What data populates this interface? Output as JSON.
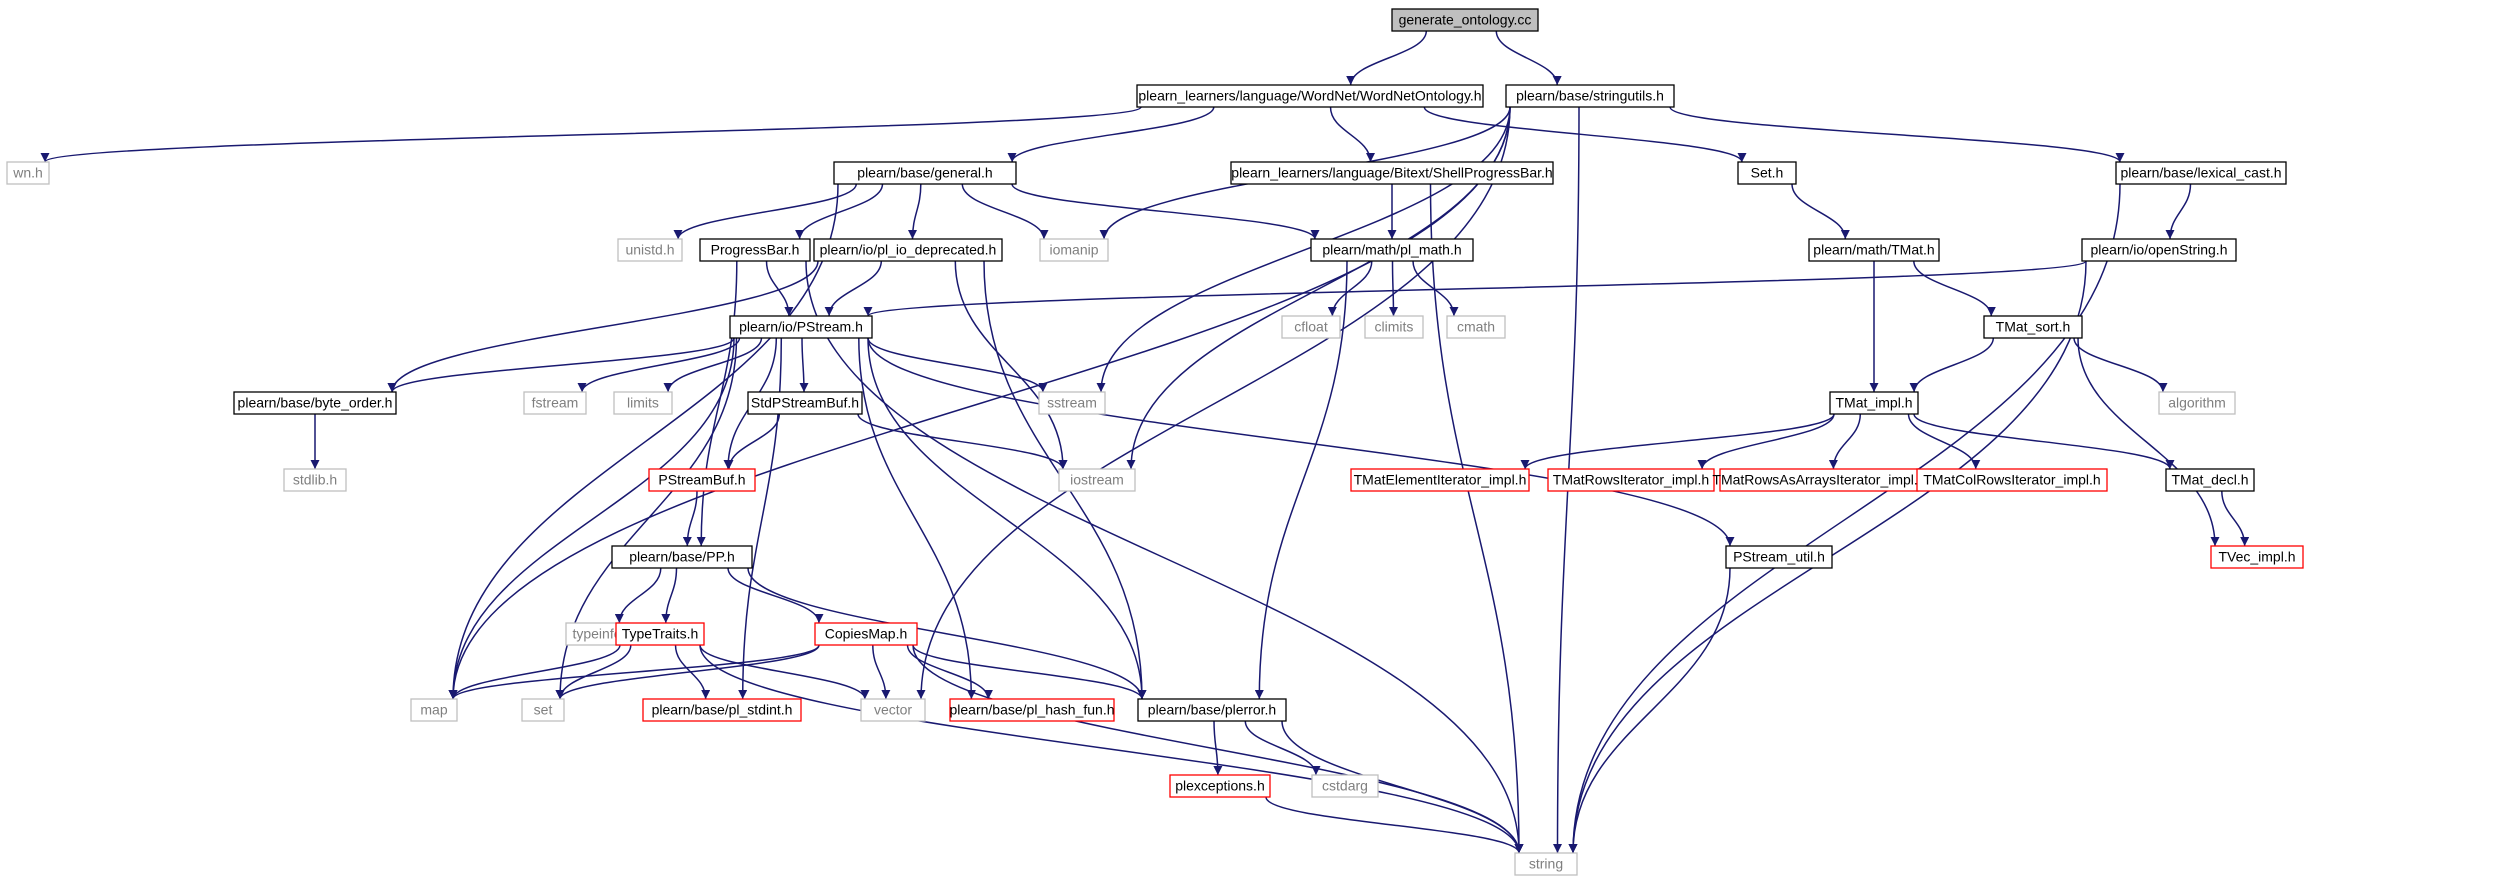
{
  "colors": {
    "edge": "#191970",
    "normal_border": "#000000",
    "external_border": "#bfbfbf",
    "external_text": "#7f7f7f",
    "missing_border": "#ff0000",
    "root_fill": "#bfbfbf",
    "text": "#000000",
    "background": "#ffffff"
  },
  "nodes": [
    {
      "id": "root",
      "label": "generate_ontology.cc",
      "kind": "root"
    },
    {
      "id": "wordnet",
      "label": "plearn_learners/language/WordNet/WordNetOntology.h",
      "kind": "normal"
    },
    {
      "id": "stringutils",
      "label": "plearn/base/stringutils.h",
      "kind": "normal"
    },
    {
      "id": "wnh",
      "label": "wn.h",
      "kind": "external"
    },
    {
      "id": "general",
      "label": "plearn/base/general.h",
      "kind": "normal"
    },
    {
      "id": "shellprogress",
      "label": "plearn_learners/language/Bitext/ShellProgressBar.h",
      "kind": "normal"
    },
    {
      "id": "seth",
      "label": "Set.h",
      "kind": "normal"
    },
    {
      "id": "lexical",
      "label": "plearn/base/lexical_cast.h",
      "kind": "normal"
    },
    {
      "id": "unistd",
      "label": "unistd.h",
      "kind": "external"
    },
    {
      "id": "progressbar",
      "label": "ProgressBar.h",
      "kind": "normal"
    },
    {
      "id": "pliodep",
      "label": "plearn/io/pl_io_deprecated.h",
      "kind": "normal"
    },
    {
      "id": "iomanip",
      "label": "iomanip",
      "kind": "external"
    },
    {
      "id": "plmath",
      "label": "plearn/math/pl_math.h",
      "kind": "normal"
    },
    {
      "id": "tmat",
      "label": "plearn/math/TMat.h",
      "kind": "normal"
    },
    {
      "id": "openstring",
      "label": "plearn/io/openString.h",
      "kind": "normal"
    },
    {
      "id": "pstream",
      "label": "plearn/io/PStream.h",
      "kind": "normal"
    },
    {
      "id": "cfloat",
      "label": "cfloat",
      "kind": "external"
    },
    {
      "id": "climits",
      "label": "climits",
      "kind": "external"
    },
    {
      "id": "cmath",
      "label": "cmath",
      "kind": "external"
    },
    {
      "id": "tmatsort",
      "label": "TMat_sort.h",
      "kind": "normal"
    },
    {
      "id": "byteorder",
      "label": "plearn/base/byte_order.h",
      "kind": "normal"
    },
    {
      "id": "fstream",
      "label": "fstream",
      "kind": "external"
    },
    {
      "id": "limits",
      "label": "limits",
      "kind": "external"
    },
    {
      "id": "stdpsb",
      "label": "StdPStreamBuf.h",
      "kind": "normal"
    },
    {
      "id": "sstream",
      "label": "sstream",
      "kind": "external"
    },
    {
      "id": "tmatimpl",
      "label": "TMat_impl.h",
      "kind": "normal"
    },
    {
      "id": "algorithm",
      "label": "algorithm",
      "kind": "external"
    },
    {
      "id": "stdlib",
      "label": "stdlib.h",
      "kind": "external"
    },
    {
      "id": "pstreambuf",
      "label": "PStreamBuf.h",
      "kind": "missing"
    },
    {
      "id": "iostream",
      "label": "iostream",
      "kind": "external"
    },
    {
      "id": "tmeli",
      "label": "TMatElementIterator_impl.h",
      "kind": "missing"
    },
    {
      "id": "tmri",
      "label": "TMatRowsIterator_impl.h",
      "kind": "missing"
    },
    {
      "id": "tmraai",
      "label": "TMatRowsAsArraysIterator_impl.h",
      "kind": "missing"
    },
    {
      "id": "tmcri",
      "label": "TMatColRowsIterator_impl.h",
      "kind": "missing"
    },
    {
      "id": "tmatdecl",
      "label": "TMat_decl.h",
      "kind": "normal"
    },
    {
      "id": "pp",
      "label": "plearn/base/PP.h",
      "kind": "normal"
    },
    {
      "id": "pstreamutil",
      "label": "PStream_util.h",
      "kind": "normal"
    },
    {
      "id": "tvecimpl",
      "label": "TVec_impl.h",
      "kind": "missing"
    },
    {
      "id": "typeinfo",
      "label": "typeinfo",
      "kind": "external"
    },
    {
      "id": "typetraits",
      "label": "TypeTraits.h",
      "kind": "missing"
    },
    {
      "id": "copiesmap",
      "label": "CopiesMap.h",
      "kind": "missing"
    },
    {
      "id": "map",
      "label": "map",
      "kind": "external"
    },
    {
      "id": "set",
      "label": "set",
      "kind": "external"
    },
    {
      "id": "plstdint",
      "label": "plearn/base/pl_stdint.h",
      "kind": "missing"
    },
    {
      "id": "vector",
      "label": "vector",
      "kind": "external"
    },
    {
      "id": "plhashfun",
      "label": "plearn/base/pl_hash_fun.h",
      "kind": "missing"
    },
    {
      "id": "plerror",
      "label": "plearn/base/plerror.h",
      "kind": "normal"
    },
    {
      "id": "cstdarg",
      "label": "cstdarg",
      "kind": "external"
    },
    {
      "id": "plexceptions",
      "label": "plexceptions.h",
      "kind": "missing"
    },
    {
      "id": "string",
      "label": "string",
      "kind": "external"
    }
  ],
  "edges": [
    [
      "root",
      "wordnet"
    ],
    [
      "root",
      "stringutils"
    ],
    [
      "wordnet",
      "wnh"
    ],
    [
      "wordnet",
      "general"
    ],
    [
      "wordnet",
      "shellprogress"
    ],
    [
      "wordnet",
      "seth"
    ],
    [
      "stringutils",
      "map"
    ],
    [
      "stringutils",
      "iomanip"
    ],
    [
      "stringutils",
      "vector"
    ],
    [
      "stringutils",
      "sstream"
    ],
    [
      "stringutils",
      "iostream"
    ],
    [
      "stringutils",
      "lexical"
    ],
    [
      "stringutils",
      "string"
    ],
    [
      "general",
      "unistd"
    ],
    [
      "general",
      "progressbar"
    ],
    [
      "general",
      "pliodep"
    ],
    [
      "general",
      "iomanip"
    ],
    [
      "general",
      "plmath"
    ],
    [
      "general",
      "map"
    ],
    [
      "shellprogress",
      "plmath"
    ],
    [
      "shellprogress",
      "string"
    ],
    [
      "seth",
      "tmat"
    ],
    [
      "lexical",
      "openstring"
    ],
    [
      "lexical",
      "string"
    ],
    [
      "progressbar",
      "pstream"
    ],
    [
      "progressbar",
      "pp"
    ],
    [
      "progressbar",
      "string"
    ],
    [
      "pliodep",
      "pstream"
    ],
    [
      "pliodep",
      "byteorder"
    ],
    [
      "pliodep",
      "iostream"
    ],
    [
      "pliodep",
      "plerror"
    ],
    [
      "plmath",
      "cfloat"
    ],
    [
      "plmath",
      "climits"
    ],
    [
      "plmath",
      "cmath"
    ],
    [
      "plmath",
      "plerror"
    ],
    [
      "tmat",
      "tmatimpl"
    ],
    [
      "tmat",
      "tmatsort"
    ],
    [
      "openstring",
      "pstream"
    ],
    [
      "openstring",
      "string"
    ],
    [
      "pstream",
      "byteorder"
    ],
    [
      "pstream",
      "fstream"
    ],
    [
      "pstream",
      "limits"
    ],
    [
      "pstream",
      "stdpsb"
    ],
    [
      "pstream",
      "sstream"
    ],
    [
      "pstream",
      "pstreambuf"
    ],
    [
      "pstream",
      "map"
    ],
    [
      "pstream",
      "set"
    ],
    [
      "pstream",
      "plstdint"
    ],
    [
      "pstream",
      "plhashfun"
    ],
    [
      "pstream",
      "plerror"
    ],
    [
      "pstream",
      "pstreamutil"
    ],
    [
      "tmatsort",
      "tmatimpl"
    ],
    [
      "tmatsort",
      "algorithm"
    ],
    [
      "tmatsort",
      "tvecimpl"
    ],
    [
      "byteorder",
      "stdlib"
    ],
    [
      "stdpsb",
      "pstreambuf"
    ],
    [
      "stdpsb",
      "iostream"
    ],
    [
      "tmatimpl",
      "tmeli"
    ],
    [
      "tmatimpl",
      "tmri"
    ],
    [
      "tmatimpl",
      "tmraai"
    ],
    [
      "tmatimpl",
      "tmcri"
    ],
    [
      "tmatimpl",
      "tmatdecl"
    ],
    [
      "tmatdecl",
      "tvecimpl"
    ],
    [
      "pstreambuf",
      "pp"
    ],
    [
      "pp",
      "typeinfo"
    ],
    [
      "pp",
      "typetraits"
    ],
    [
      "pp",
      "copiesmap"
    ],
    [
      "pp",
      "plerror"
    ],
    [
      "pstreamutil",
      "string"
    ],
    [
      "typetraits",
      "map"
    ],
    [
      "typetraits",
      "set"
    ],
    [
      "typetraits",
      "plstdint"
    ],
    [
      "typetraits",
      "vector"
    ],
    [
      "typetraits",
      "string"
    ],
    [
      "copiesmap",
      "map"
    ],
    [
      "copiesmap",
      "set"
    ],
    [
      "copiesmap",
      "vector"
    ],
    [
      "copiesmap",
      "plhashfun"
    ],
    [
      "copiesmap",
      "plerror"
    ],
    [
      "copiesmap",
      "string"
    ],
    [
      "plerror",
      "plexceptions"
    ],
    [
      "plerror",
      "cstdarg"
    ],
    [
      "plerror",
      "string"
    ],
    [
      "plexceptions",
      "string"
    ]
  ]
}
